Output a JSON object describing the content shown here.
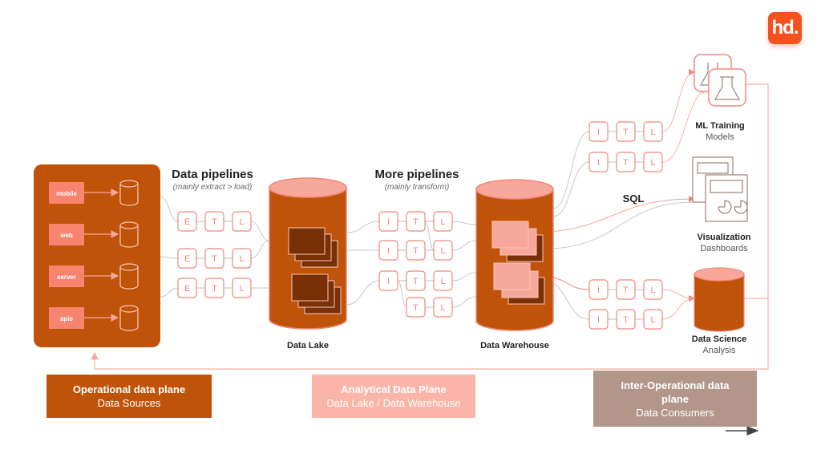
{
  "logo": {
    "text": "hd."
  },
  "colors": {
    "primary": "#c0530a",
    "light": "#f7a89a",
    "outline": "#f08878",
    "consumer": "#b2968a"
  },
  "sources": {
    "items": [
      {
        "label": "mobile"
      },
      {
        "label": "web"
      },
      {
        "label": "server"
      },
      {
        "label": "apis"
      }
    ]
  },
  "pipelines1": {
    "title": "Data pipelines",
    "subtitle": "(mainly extract > load)",
    "rows": [
      [
        "E",
        "T",
        "L"
      ],
      [
        "E",
        "T",
        "L"
      ],
      [
        "E",
        "T",
        "L"
      ]
    ]
  },
  "data_lake": {
    "label": "Data Lake"
  },
  "pipelines2": {
    "title": "More pipelines",
    "subtitle": "(mainly transform)",
    "rows": [
      [
        "I",
        "T",
        "L"
      ],
      [
        "I",
        "T",
        "L"
      ],
      [
        "I",
        "T",
        "L"
      ],
      [
        "T",
        "L"
      ]
    ]
  },
  "data_warehouse": {
    "label": "Data Warehouse"
  },
  "consumers": {
    "ml_pipelines": [
      [
        "I",
        "T",
        "L"
      ],
      [
        "I",
        "T",
        "L"
      ]
    ],
    "ds_pipelines": [
      [
        "I",
        "T",
        "L"
      ],
      [
        "I",
        "T",
        "L"
      ]
    ],
    "sql_label": "SQL",
    "ml": {
      "title": "ML Training",
      "subtitle": "Models"
    },
    "viz": {
      "title": "Visualization",
      "subtitle": "Dashboards"
    },
    "ds": {
      "title": "Data Science",
      "subtitle": "Analysis"
    }
  },
  "planes": {
    "operational": {
      "title": "Operational data plane",
      "subtitle": "Data Sources"
    },
    "analytical": {
      "title": "Analytical Data Plane",
      "subtitle": "Data Lake / Data Warehouse"
    },
    "inter": {
      "title": "Inter-Operational data plane",
      "subtitle": "Data Consumers"
    }
  }
}
